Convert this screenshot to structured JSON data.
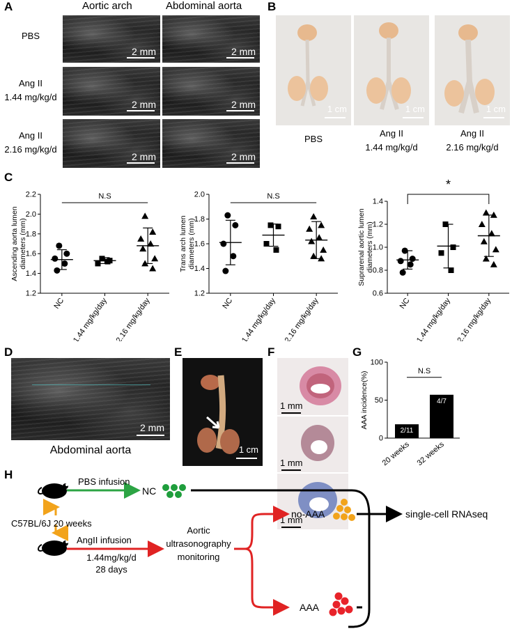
{
  "panels": {
    "A": {
      "letter": "A",
      "col_headers": [
        "Aortic arch",
        "Abdominal aorta"
      ],
      "row_labels": [
        {
          "line1": "PBS",
          "line2": ""
        },
        {
          "line1": "Ang II",
          "line2": "1.44 mg/kg/d"
        },
        {
          "line1": "Ang II",
          "line2": "2.16 mg/kg/d"
        }
      ],
      "scale": "2 mm"
    },
    "B": {
      "letter": "B",
      "scale": "1 cm",
      "labels": [
        {
          "line1": "PBS",
          "line2": ""
        },
        {
          "line1": "Ang II",
          "line2": "1.44 mg/kg/d"
        },
        {
          "line1": "Ang II",
          "line2": "2.16 mg/kg/d"
        }
      ]
    },
    "C": {
      "letter": "C"
    },
    "D": {
      "letter": "D",
      "caption": "Abdominal aorta",
      "scale": "2 mm"
    },
    "E": {
      "letter": "E",
      "scale": "1 cm"
    },
    "F": {
      "letter": "F",
      "scale": "1 mm"
    },
    "G": {
      "letter": "G"
    },
    "H": {
      "letter": "H",
      "strain": "C57BL/6J 20 weeks",
      "pbs_infusion": "PBS infusion",
      "ang_infusion": "AngII infusion",
      "dose": "1.44mg/kg/d",
      "days": "28 days",
      "monitor_l1": "Aortic",
      "monitor_l2": "ultrasonography",
      "monitor_l3": "monitoring",
      "nc": "NC",
      "no_aaa": "no-AAA",
      "aaa": "AAA",
      "output": "single-cell RNAseq",
      "colors": {
        "green": "#1f9e3c",
        "orange": "#f2a31b",
        "red": "#e8232a",
        "arrow_green": "#2ca444",
        "arrow_red": "#e02323"
      }
    }
  },
  "chart_data": [
    {
      "type": "scatter",
      "ylabel": "Ascending aorta lumen diameters (mm)",
      "categories": [
        "NC",
        "1.44 mg/kg/day",
        "2.16 mg/kg/day"
      ],
      "ylim": [
        1.2,
        2.2
      ],
      "yticks": [
        "1.2",
        "1.4",
        "1.6",
        "1.8",
        "2.0",
        "2.2"
      ],
      "significance": "N.S",
      "series": [
        {
          "marker": "circle",
          "values": [
            1.68,
            1.6,
            1.55,
            1.5,
            1.43
          ],
          "mean": 1.54,
          "sd": 0.1
        },
        {
          "marker": "square",
          "values": [
            1.55,
            1.53,
            1.5,
            1.52
          ],
          "mean": 1.53,
          "sd": 0.03
        },
        {
          "marker": "triangle",
          "values": [
            1.98,
            1.82,
            1.75,
            1.7,
            1.65,
            1.55,
            1.5,
            1.45
          ],
          "mean": 1.68,
          "sd": 0.18
        }
      ]
    },
    {
      "type": "scatter",
      "ylabel": "Trans arch lumen diameters (mm)",
      "categories": [
        "NC",
        "1.44 mg/kg/day",
        "2.16 mg/kg/day"
      ],
      "ylim": [
        1.2,
        2.0
      ],
      "yticks": [
        "1.2",
        "1.4",
        "1.6",
        "1.8",
        "2.0"
      ],
      "significance": "N.S",
      "series": [
        {
          "marker": "circle",
          "values": [
            1.83,
            1.75,
            1.6,
            1.5,
            1.38
          ],
          "mean": 1.61,
          "sd": 0.18
        },
        {
          "marker": "square",
          "values": [
            1.75,
            1.74,
            1.6,
            1.55
          ],
          "mean": 1.67,
          "sd": 0.09
        },
        {
          "marker": "triangle",
          "values": [
            1.82,
            1.75,
            1.72,
            1.65,
            1.62,
            1.55,
            1.5,
            1.48
          ],
          "mean": 1.63,
          "sd": 0.15
        }
      ]
    },
    {
      "type": "scatter",
      "ylabel": "Suprarenal aortic lumen diameters (mm)",
      "categories": [
        "NC",
        "1.44 mg/kg/day",
        "2.16 mg/kg/day"
      ],
      "ylim": [
        0.6,
        1.4
      ],
      "yticks": [
        "0.6",
        "0.8",
        "1.0",
        "1.2",
        "1.4"
      ],
      "significance": "*",
      "series": [
        {
          "marker": "circle",
          "values": [
            0.97,
            0.9,
            0.88,
            0.85,
            0.78
          ],
          "mean": 0.89,
          "sd": 0.08
        },
        {
          "marker": "square",
          "values": [
            1.2,
            1.0,
            0.95,
            0.8
          ],
          "mean": 1.01,
          "sd": 0.19
        },
        {
          "marker": "triangle",
          "values": [
            1.3,
            1.28,
            1.2,
            1.12,
            1.05,
            0.98,
            0.9,
            0.85
          ],
          "mean": 1.1,
          "sd": 0.18
        }
      ]
    },
    {
      "type": "bar",
      "ylabel": "AAA incidence(%)",
      "categories": [
        "20 weeks",
        "32 weeks"
      ],
      "values": [
        18.2,
        57.1
      ],
      "bar_labels": [
        "2/11",
        "4/7"
      ],
      "ylim": [
        0,
        100
      ],
      "yticks": [
        "0",
        "50",
        "100"
      ],
      "significance": "N.S"
    }
  ]
}
